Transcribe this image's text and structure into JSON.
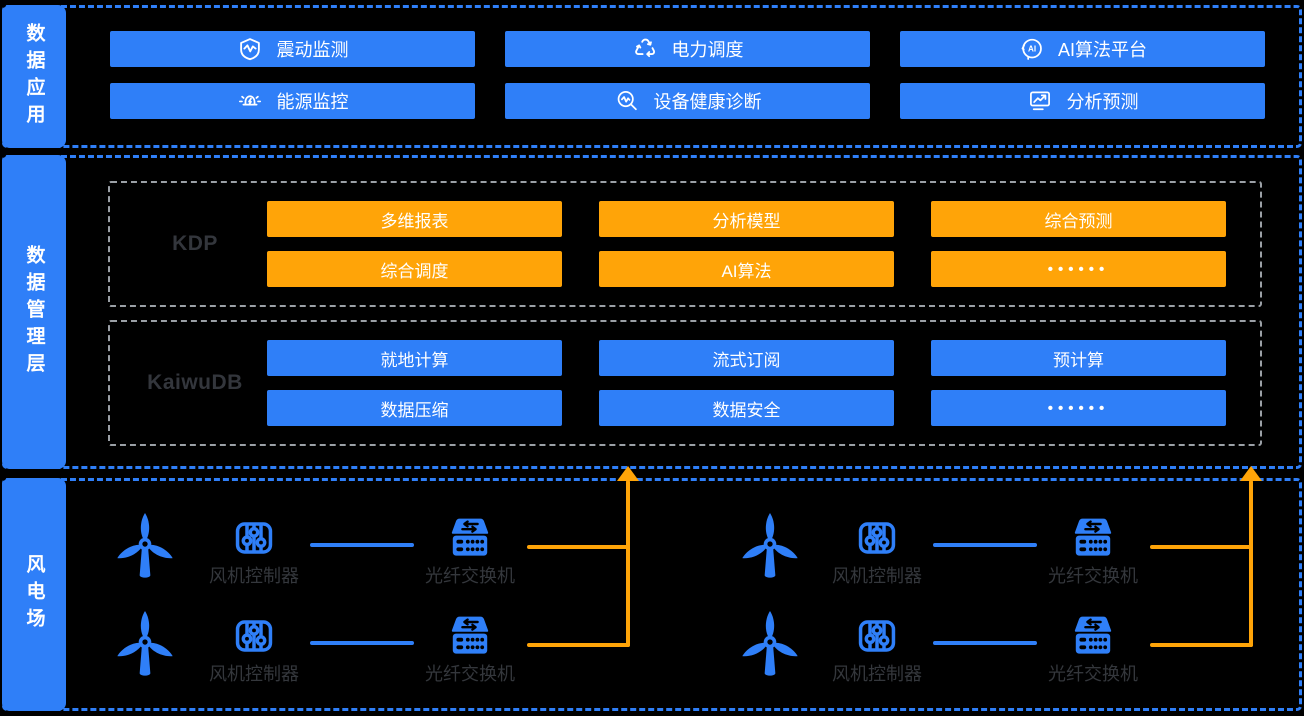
{
  "colors": {
    "blue": "#2F7FF8",
    "orange": "#FFA408",
    "frame_dash_blue": "#2F7FF8",
    "inner_dash_gray": "#9BA0A6",
    "dark_label": "#34373C",
    "background": "#000000"
  },
  "sections": {
    "applications": {
      "side_label": "数据应用",
      "apps": [
        {
          "label": "震动监测",
          "icon": "vibration-shield-icon"
        },
        {
          "label": "电力调度",
          "icon": "recycle-arrows-icon"
        },
        {
          "label": "AI算法平台",
          "icon": "ai-head-icon"
        },
        {
          "label": "能源监控",
          "icon": "alarm-beacon-icon"
        },
        {
          "label": "设备健康诊断",
          "icon": "magnifier-wave-icon"
        },
        {
          "label": "分析预测",
          "icon": "trend-chart-icon"
        }
      ]
    },
    "management": {
      "side_label": "数据管理层",
      "kdp": {
        "title": "KDP",
        "modules": [
          "多维报表",
          "分析模型",
          "综合预测",
          "综合调度",
          "AI算法",
          "••••••"
        ]
      },
      "kaiwudb": {
        "title": "KaiwuDB",
        "modules": [
          "就地计算",
          "流式订阅",
          "预计算",
          "数据压缩",
          "数据安全",
          "••••••"
        ]
      }
    },
    "windfarm": {
      "side_label": "风电场",
      "controller_label": "风机控制器",
      "switch_label": "光纤交换机"
    }
  }
}
